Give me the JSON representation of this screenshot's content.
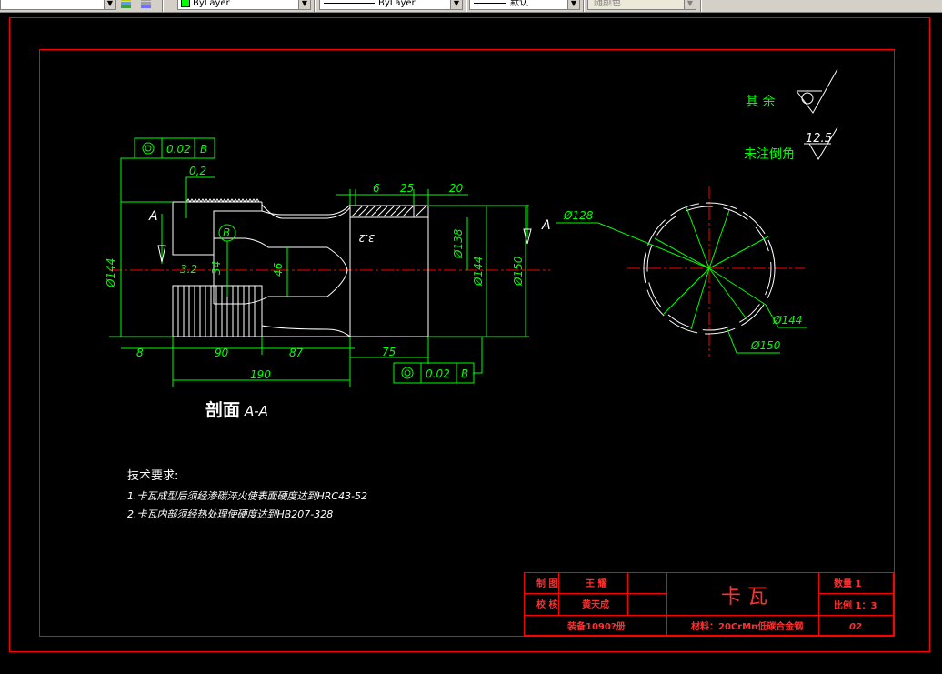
{
  "toolbar": {
    "layer_combo": "ByLayer",
    "linetype_combo": "ByLayer",
    "lineweight_combo": "默认",
    "plotstyle_combo": "随颜色",
    "colors": {
      "layer_swatch": "#00ff00",
      "button_face": "#d4d0c8"
    }
  },
  "drawing": {
    "colors": {
      "background": "#000000",
      "border": "#ff0000",
      "dimension": "#00ff00",
      "outline": "#ffffff",
      "centerline": "#ff0000",
      "title_text": "#ff3030"
    },
    "roughness": {
      "rest_label": "其 余",
      "chamfer_label": "未注倒角",
      "chamfer_value": "12.5"
    },
    "left_view": {
      "gdt_top": {
        "symbol": "◎",
        "value": "0.02",
        "datum": "B"
      },
      "gdt_bottom": {
        "symbol": "◎",
        "value": "0.02",
        "datum": "B"
      },
      "datum_label": "B",
      "dims": {
        "d02": "0,2",
        "d6": "6",
        "d25": "25",
        "d20": "20",
        "d32": "3.2",
        "d34": "34",
        "d46": "46",
        "d138": "Ø138",
        "d144_left": "Ø144",
        "d144_mid": "Ø144",
        "d150": "Ø150",
        "d8": "8",
        "d90": "90",
        "d87": "87",
        "d75": "75",
        "d190": "190",
        "d32b": "3.2"
      },
      "section_letter_left": "A",
      "section_letter_right": "A",
      "section_title": "剖面",
      "section_suffix": "A-A"
    },
    "right_view": {
      "d128": "Ø128",
      "d144": "Ø144",
      "d150": "Ø150"
    },
    "requirements": {
      "heading": "技术要求:",
      "items": [
        "1.卡瓦成型后须经渗碳淬火使表面硬度达到HRC43-52",
        "2.卡瓦内部须经热处理使硬度达到HB207-328"
      ]
    },
    "title_block": {
      "drawn_label": "制 图",
      "drawn_name": "王 耀",
      "checked_label": "校 核",
      "checked_name": "黄天成",
      "part_name": "卡 瓦",
      "qty": "数量 1",
      "scale": "比例 1：3",
      "assembly": "装备1090?册",
      "material": "材料：20CrMn低碳合金钢",
      "sheet": "02"
    }
  }
}
